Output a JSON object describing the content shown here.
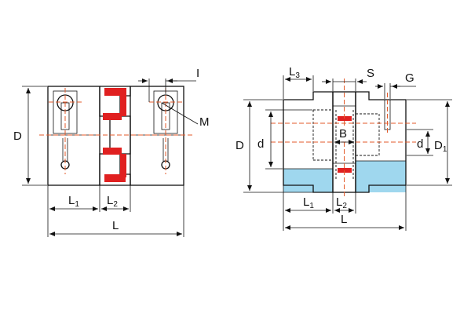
{
  "colors": {
    "outline": "#111111",
    "spider_red": "#e02020",
    "centerline": "#e35a2a",
    "section_fill": "#9fd7ee"
  },
  "front_view": {
    "dimensions": {
      "D": "D",
      "L1_main": "L",
      "L1_sub": "1",
      "L2_main": "L",
      "L2_sub": "2",
      "L": "L",
      "I": "I",
      "M": "M"
    }
  },
  "side_view": {
    "dimensions": {
      "L3_main": "L",
      "L3_sub": "3",
      "S": "S",
      "G": "G",
      "B": "B",
      "D": "D",
      "d_left": "d",
      "d_right": "d",
      "D1_main": "D",
      "D1_sub": "1",
      "L1_main": "L",
      "L1_sub": "1",
      "L2_main": "L",
      "L2_sub": "2",
      "L": "L"
    }
  }
}
